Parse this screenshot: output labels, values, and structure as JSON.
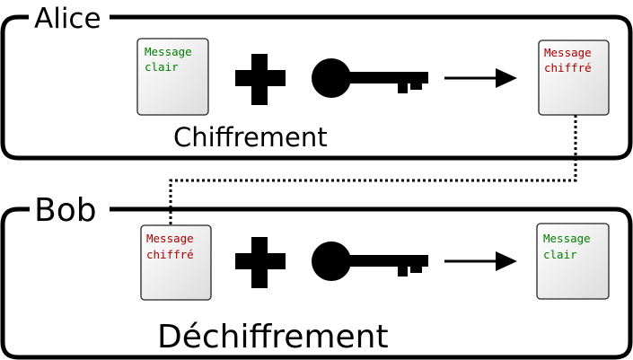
{
  "alice": {
    "name": "Alice",
    "input_doc": {
      "line1": "Message",
      "line2": "clair",
      "color": "#008000"
    },
    "output_doc": {
      "line1": "Message",
      "line2": "chiffré",
      "color": "#aa0000"
    },
    "caption": "Chiffrement"
  },
  "bob": {
    "name": "Bob",
    "input_doc": {
      "line1": "Message",
      "line2": "chiffré",
      "color": "#aa0000"
    },
    "output_doc": {
      "line1": "Message",
      "line2": "clair",
      "color": "#008000"
    },
    "caption": "Déchiffrement"
  },
  "icons": {
    "plus": "plus-icon",
    "key": "key-icon",
    "arrow": "arrow-right-icon"
  }
}
